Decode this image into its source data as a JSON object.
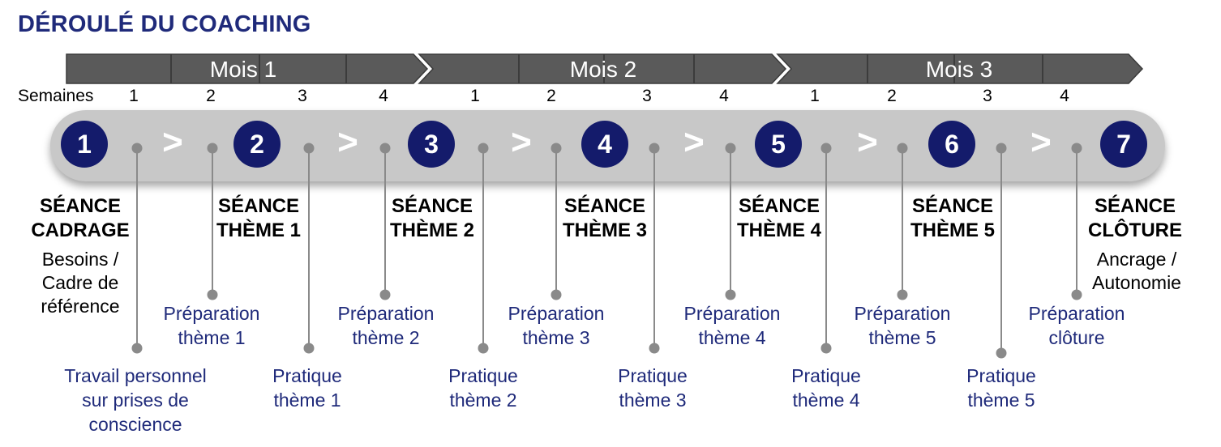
{
  "title": "DÉROULÉ DU COACHING",
  "months": [
    "Mois 1",
    "Mois 2",
    "Mois 3"
  ],
  "weeks_label": "Semaines",
  "week_numbers": [
    "1",
    "2",
    "3",
    "4",
    "1",
    "2",
    "3",
    "4",
    "1",
    "2",
    "3",
    "4"
  ],
  "session_numbers": [
    "1",
    "2",
    "3",
    "4",
    "5",
    "6",
    "7"
  ],
  "chevron_glyph": ">",
  "sessions": [
    {
      "title_line1": "SÉANCE",
      "title_line2": "CADRAGE",
      "desc_line1": "Besoins /",
      "desc_line2": "Cadre de",
      "desc_line3": "référence"
    },
    {
      "title_line1": "SÉANCE",
      "title_line2": "THÈME 1"
    },
    {
      "title_line1": "SÉANCE",
      "title_line2": "THÈME 2"
    },
    {
      "title_line1": "SÉANCE",
      "title_line2": "THÈME 3"
    },
    {
      "title_line1": "SÉANCE",
      "title_line2": "THÈME 4"
    },
    {
      "title_line1": "SÉANCE",
      "title_line2": "THÈME 5"
    },
    {
      "title_line1": "SÉANCE",
      "title_line2": "CLÔTURE",
      "desc_line1": "Ancrage /",
      "desc_line2": "Autonomie"
    }
  ],
  "tasks": [
    {
      "line1": "Travail personnel",
      "line2": "sur prises de",
      "line3": "conscience"
    },
    {
      "line1": "Préparation",
      "line2": "thème 1"
    },
    {
      "line1": "Pratique",
      "line2": "thème 1"
    },
    {
      "line1": "Préparation",
      "line2": "thème 2"
    },
    {
      "line1": "Pratique",
      "line2": "thème 2"
    },
    {
      "line1": "Préparation",
      "line2": "thème 3"
    },
    {
      "line1": "Pratique",
      "line2": "thème 3"
    },
    {
      "line1": "Préparation",
      "line2": "thème 4"
    },
    {
      "line1": "Pratique",
      "line2": "thème 4"
    },
    {
      "line1": "Préparation",
      "line2": "thème 5"
    },
    {
      "line1": "Pratique",
      "line2": "thème 5"
    },
    {
      "line1": "Préparation",
      "line2": "clôture"
    }
  ],
  "colors": {
    "title": "#1f2a7a",
    "month_bar": "#5a5a5a",
    "track": "#c8c8c8",
    "circle": "#141b6b",
    "task_text": "#1f2a7a",
    "connector": "#8a8a8a"
  }
}
